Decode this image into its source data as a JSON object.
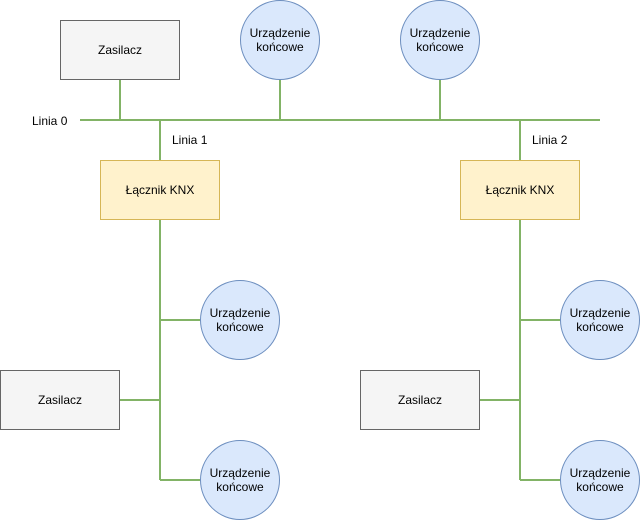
{
  "line_labels": {
    "line0": "Linia 0",
    "line1": "Linia 1",
    "line2": "Linia 2"
  },
  "power_supplies": [
    "Zasilacz",
    "Zasilacz",
    "Zasilacz"
  ],
  "couplers": [
    "Łącznik KNX",
    "Łącznik KNX"
  ],
  "devices": [
    "Urządzenie\nkońcowe",
    "Urządzenie\nkońcowe",
    "Urządzenie\nkońcowe",
    "Urządzenie\nkońcowe",
    "Urządzenie\nkońcowe",
    "Urządzenie\nkońcowe"
  ],
  "colors": {
    "bus_line": "#82b366",
    "device_fill": "#dae8fc",
    "device_stroke": "#6c8ebf",
    "coupler_fill": "#fff2cc",
    "coupler_stroke": "#d6b656",
    "psu_fill": "#f5f5f5",
    "psu_stroke": "#666666"
  }
}
